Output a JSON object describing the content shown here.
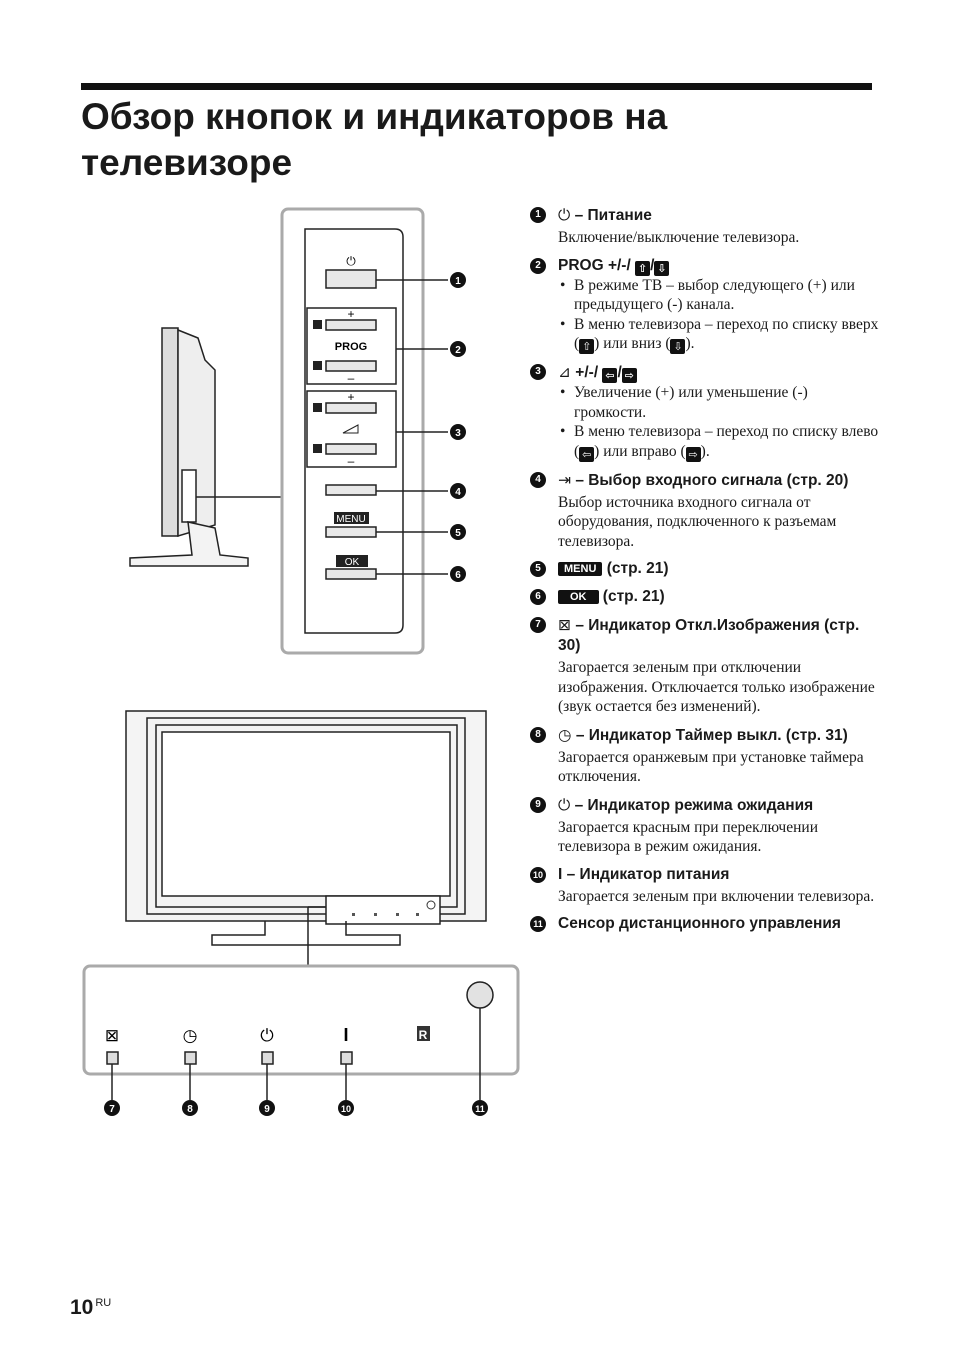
{
  "title": "Обзор кнопок и индикаторов на телевизоре",
  "page": {
    "number": "10",
    "lang": "RU"
  },
  "panel": {
    "prog": "PROG",
    "menu": "MENU",
    "ok": "OK",
    "plus": "+",
    "minus": "–",
    "power_sym": "⏻",
    "callouts": [
      "1",
      "2",
      "3",
      "4",
      "5",
      "6",
      "7",
      "8",
      "9",
      "10",
      "11"
    ]
  },
  "front": {
    "icons": [
      "⊠",
      "◷",
      "⏻",
      "I",
      "R"
    ]
  },
  "items": [
    {
      "num": "1",
      "sym": "⏻",
      "head": "– Питание",
      "desc": "Включение/выключение телевизора."
    },
    {
      "num": "2",
      "head": "PROG +/-/ ",
      "sym_a": "⇧",
      "sep": "/",
      "sym_b": "⇩",
      "bullets": [
        "В режиме ТВ – выбор следующего (+) или предыдущего (-) канала.",
        "В меню телевизора – переход по списку вверх (",
        ") или вниз (",
        ")."
      ]
    },
    {
      "num": "3",
      "sym": "⊿",
      "head": " +/-/ ",
      "sym_a": "⇦",
      "sep": "/",
      "sym_b": "⇨",
      "bullets": [
        "Увеличение (+) или уменьшение (-) громкости.",
        "В меню телевизора – переход по списку влево (",
        ") или вправо (",
        ")."
      ]
    },
    {
      "num": "4",
      "sym": "⇥",
      "head": "– Выбор входного сигнала (стр. 20)",
      "desc": "Выбор источника входного сигнала от оборудования, подключенного к разъемам телевизора."
    },
    {
      "num": "5",
      "key": "MENU",
      "head": " (стр. 21)"
    },
    {
      "num": "6",
      "key": "OK",
      "head": " (стр. 21)"
    },
    {
      "num": "7",
      "sym": "⊠",
      "head": "– Индикатор Откл.Изображения (стр. 30)",
      "desc": "Загорается зеленым при отключении изображения. Отключается только изображение (звук остается без изменений)."
    },
    {
      "num": "8",
      "sym": "◷",
      "head": "– Индикатор Таймер выкл. (стр. 31)",
      "desc": "Загорается оранжевым при установке таймера отключения."
    },
    {
      "num": "9",
      "sym": "⏻",
      "head": "– Индикатор режима ожидания",
      "desc": "Загорается красным при переключении телевизора в режим ожидания."
    },
    {
      "num": "10",
      "sym": "I",
      "head": "– Индикатор питания",
      "desc": "Загорается зеленым при включении телевизора."
    },
    {
      "num": "11",
      "head": "Сенсор дистанционного управления"
    }
  ]
}
